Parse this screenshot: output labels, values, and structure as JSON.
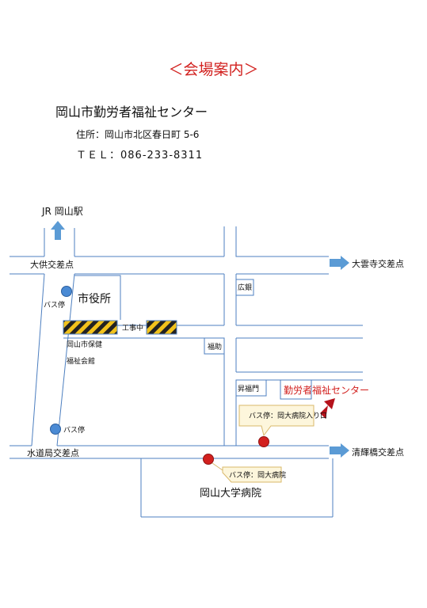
{
  "header": {
    "title": "＜会場案内＞",
    "venue_name": "岡山市勤労者福祉センター",
    "address": "住所：岡山市北区春日町 5-6",
    "tel": "ＴＥＬ：086-233-8311"
  },
  "map": {
    "labels": {
      "jr_station": "JR 岡山駅",
      "ohmoto_intersection": "大供交差点",
      "izumo_intersection": "大雲寺交差点",
      "suidokyoku_intersection": "水道局交差点",
      "seiki_intersection": "清輝橋交差点",
      "city_hall": "市役所",
      "hoken_fukushi_1": "岡山市保健",
      "hoken_fukushi_2": "福祉会館",
      "construction": "工事中",
      "fukusuke": "福助",
      "kouro": "広銀",
      "shoukakumon": "昇福門",
      "venue": "勤労者福祉センター",
      "bus_stop": "バス停",
      "bus_stop_north": "バス停",
      "bus_stop_south": "バス停",
      "callout_venue_stop": "バス停：岡大病院入り口",
      "callout_hospital_stop": "バス停：岡大病院",
      "hospital": "岡山大学病院"
    },
    "colors": {
      "road": "#4d7fc0",
      "accent": "#d2201e",
      "arrow": "#5b9bd5",
      "bus_stop": "#4a8ad4",
      "callout_bg": "#fdf6dc",
      "callout_border": "#d9b86a",
      "hatch_yellow": "#f2c21b"
    }
  }
}
